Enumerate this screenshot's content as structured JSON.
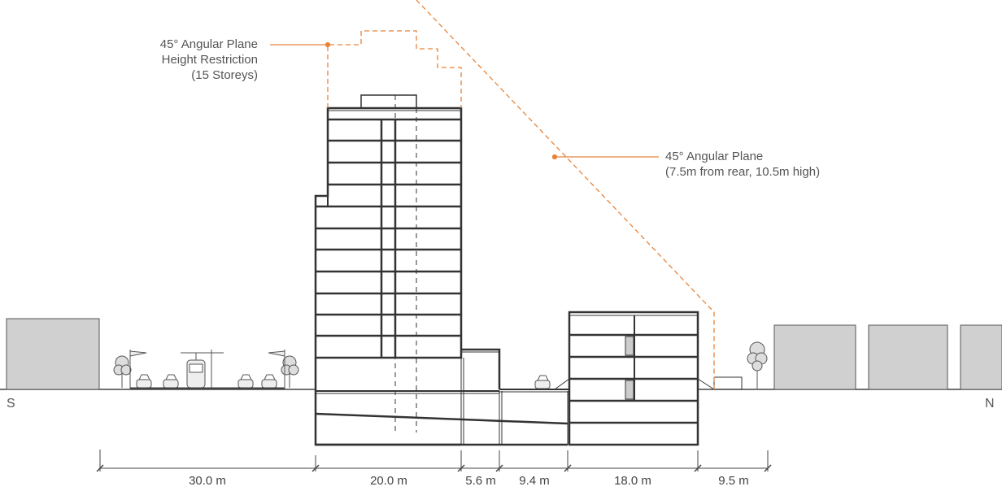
{
  "colors": {
    "building_line": "#333333",
    "angular_plane": "#e8833a",
    "neighbour_fill": "#d0d0d0",
    "annotation_text": "#555555",
    "ground": "#444444"
  },
  "compass": {
    "south": "S",
    "north": "N"
  },
  "annotations": {
    "height_restriction": {
      "line1": "45° Angular Plane",
      "line2": "Height Restriction",
      "line3": "(15 Storeys)"
    },
    "rear_plane": {
      "line1": "45° Angular Plane",
      "line2": "(7.5m from rear, 10.5m high)"
    }
  },
  "dimensions": [
    {
      "label": "30.0 m"
    },
    {
      "label": "20.0 m"
    },
    {
      "label": "5.6 m"
    },
    {
      "label": "9.4 m"
    },
    {
      "label": "18.0 m"
    },
    {
      "label": "9.5 m"
    }
  ],
  "icons": [
    "tree-icon",
    "car-icon",
    "streetcar-icon",
    "street-lamp-icon",
    "stair-icon"
  ]
}
